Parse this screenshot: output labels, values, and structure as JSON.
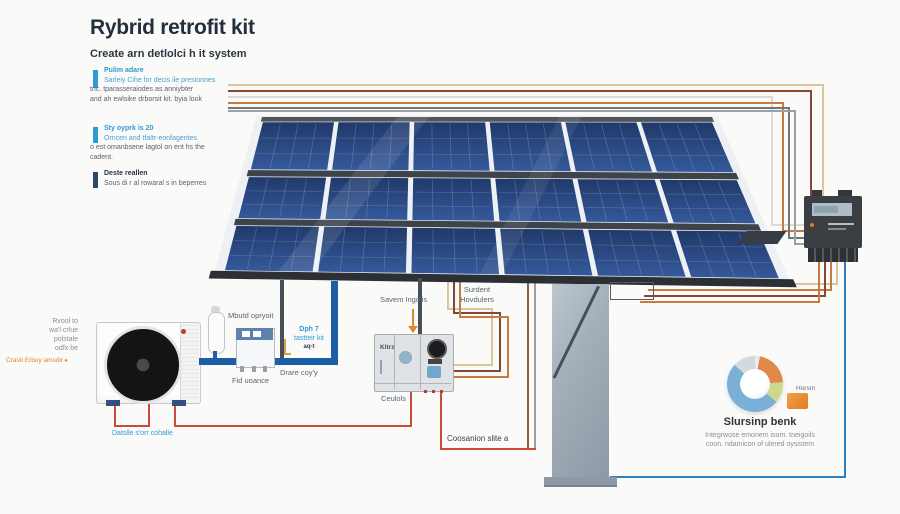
{
  "header": {
    "title": "Rybrid retrofit kit",
    "subtitle": "Create arn detlolci h it system"
  },
  "bullets": [
    {
      "heading": "Pulim adare",
      "line2": "Sarleiy Cihe for decis ile presionnes",
      "line3": "tric. tparasseraiodes as anniybter",
      "line4": "and ah ewlsike drborsit kit. byia look"
    },
    {
      "heading": "Sty oyprk is 20",
      "line2": "Orncen and tfaltr-eonfagentes",
      "line3": "o est omanbsene lagtol on ent hs the",
      "line4": "cadent."
    },
    {
      "heading": "Deste reallen",
      "line2": "Sous di r al rowaral s in beperres",
      "line3": "",
      "line4": ""
    }
  ],
  "heat_pump_note": {
    "line1": "Rvool to",
    "line2": "wa'l crlue",
    "line3": "polstale",
    "line4": "odfx be",
    "cta": "Crasti Erbuy amsdir ▸"
  },
  "labels": {
    "expansion_vessel": "Mbutd opryoit",
    "fid_unit": "Fid uoance",
    "dph_line1": "Dph 7",
    "dph_line2": "tastteir kit",
    "dph_line3": "aq-t",
    "drare": "Drare coy'y",
    "datslle": "Datslle s'orr cohalle",
    "savem": "Savem Ingolis",
    "surdent_line1": "Surdent",
    "surdent_line2": "Hovdulers",
    "kltrz": "Kltrz",
    "ceulols": "Ceulols",
    "coosanion": "Coosanion slite a"
  },
  "storage": {
    "legend": "Horsm",
    "title": "Slursinp benk",
    "desc1": "Integrwose emonem isom. tneigoils",
    "desc2": "coon. ndamicon of ulered oysistem"
  },
  "chart_data": {
    "type": "pie",
    "title": "Slursinp benk",
    "legend_entries": [
      "Horsm"
    ],
    "slices": [
      {
        "label": "gray-gap",
        "value": 3,
        "color": "#e9edf0"
      },
      {
        "label": "orange",
        "value": 21,
        "color": "#e0874a"
      },
      {
        "label": "green",
        "value": 12,
        "color": "#ccd88a"
      },
      {
        "label": "blue",
        "value": 51,
        "color": "#7ab0d8"
      },
      {
        "label": "light-gray",
        "value": 13,
        "color": "#d3d9dd"
      }
    ]
  },
  "colors": {
    "accent_blue": "#2e9bd6",
    "navy": "#2b3644",
    "panel_blue": "#2b4f8c",
    "wire_tan": "#d9c79a",
    "wire_darkred": "#8a4438",
    "wire_orange": "#c97a41",
    "wire_gray": "#71767b",
    "wire_red": "#cc4a38",
    "pipe_blue": "#1d5fa6",
    "frame_blue": "#2f7fbe",
    "cta_orange": "#e0862e"
  }
}
